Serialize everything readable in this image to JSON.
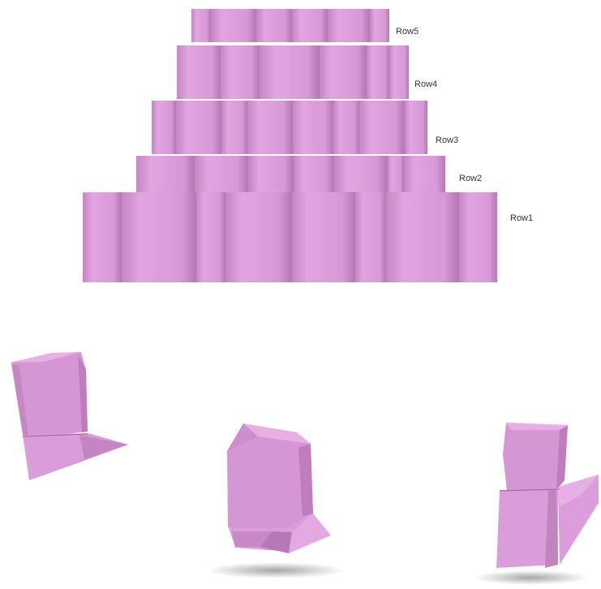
{
  "colors": {
    "base": "#db9cdb",
    "light": "#e3a9e2",
    "mid": "#cf8fce",
    "dark": "#bd7bbd",
    "darker": "#a86aa8",
    "background": "#ffffff",
    "label": "#333333"
  },
  "rows": [
    {
      "label": "Row5"
    },
    {
      "label": "Row4"
    },
    {
      "label": "Row3"
    },
    {
      "label": "Row2"
    },
    {
      "label": "Row1"
    }
  ],
  "blocks": [
    {
      "name": "block-left"
    },
    {
      "name": "block-center"
    },
    {
      "name": "block-right"
    }
  ]
}
